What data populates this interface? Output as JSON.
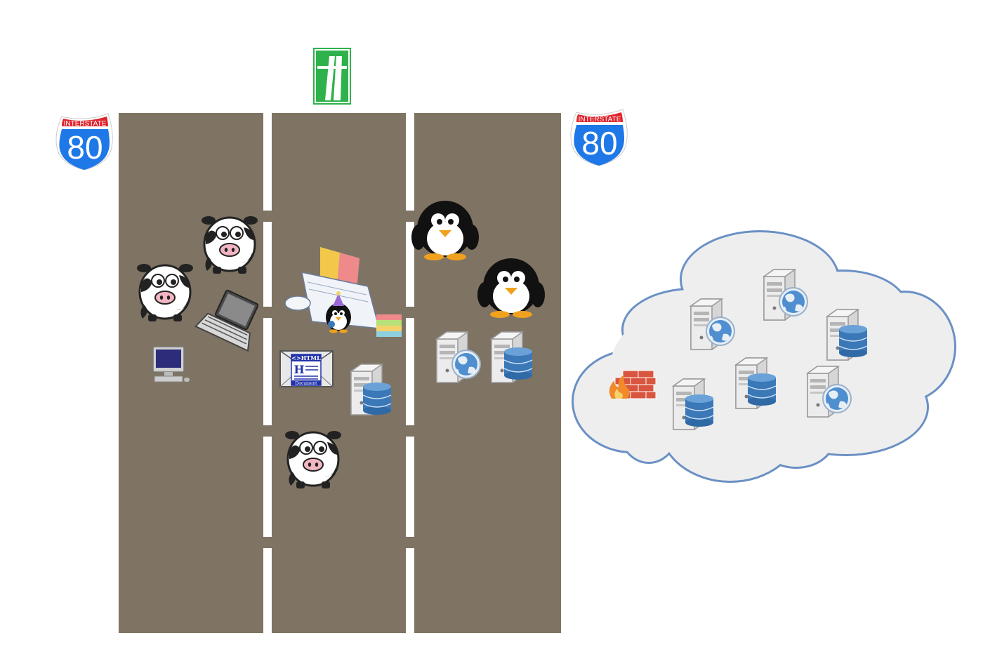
{
  "signs": {
    "left_shield": {
      "word": "INTERSTATE",
      "number": "80"
    },
    "right_shield": {
      "word": "INTERSTATE",
      "number": "80"
    }
  },
  "html_document": {
    "tag": "<>HTML",
    "heading": "H",
    "footer": "Document"
  },
  "colors": {
    "road": "#7f7363",
    "lane_marking": "#ffffff",
    "motorway_sign": "#2fb24c",
    "shield_blue": "#1f78e8",
    "shield_red": "#e0242c",
    "cloud_fill": "#eeeeee",
    "cloud_stroke": "#6a90c4",
    "database": "#3a78b8",
    "firewall": "#d9553f"
  },
  "icons": [
    "motorway-sign-icon",
    "interstate-shield-icon",
    "cow-icon",
    "laptop-icon",
    "desktop-computer-icon",
    "party-penguin-icon",
    "html-document-icon",
    "database-server-icon",
    "penguin-icon",
    "web-server-icon",
    "firewall-icon",
    "cloud-icon"
  ]
}
